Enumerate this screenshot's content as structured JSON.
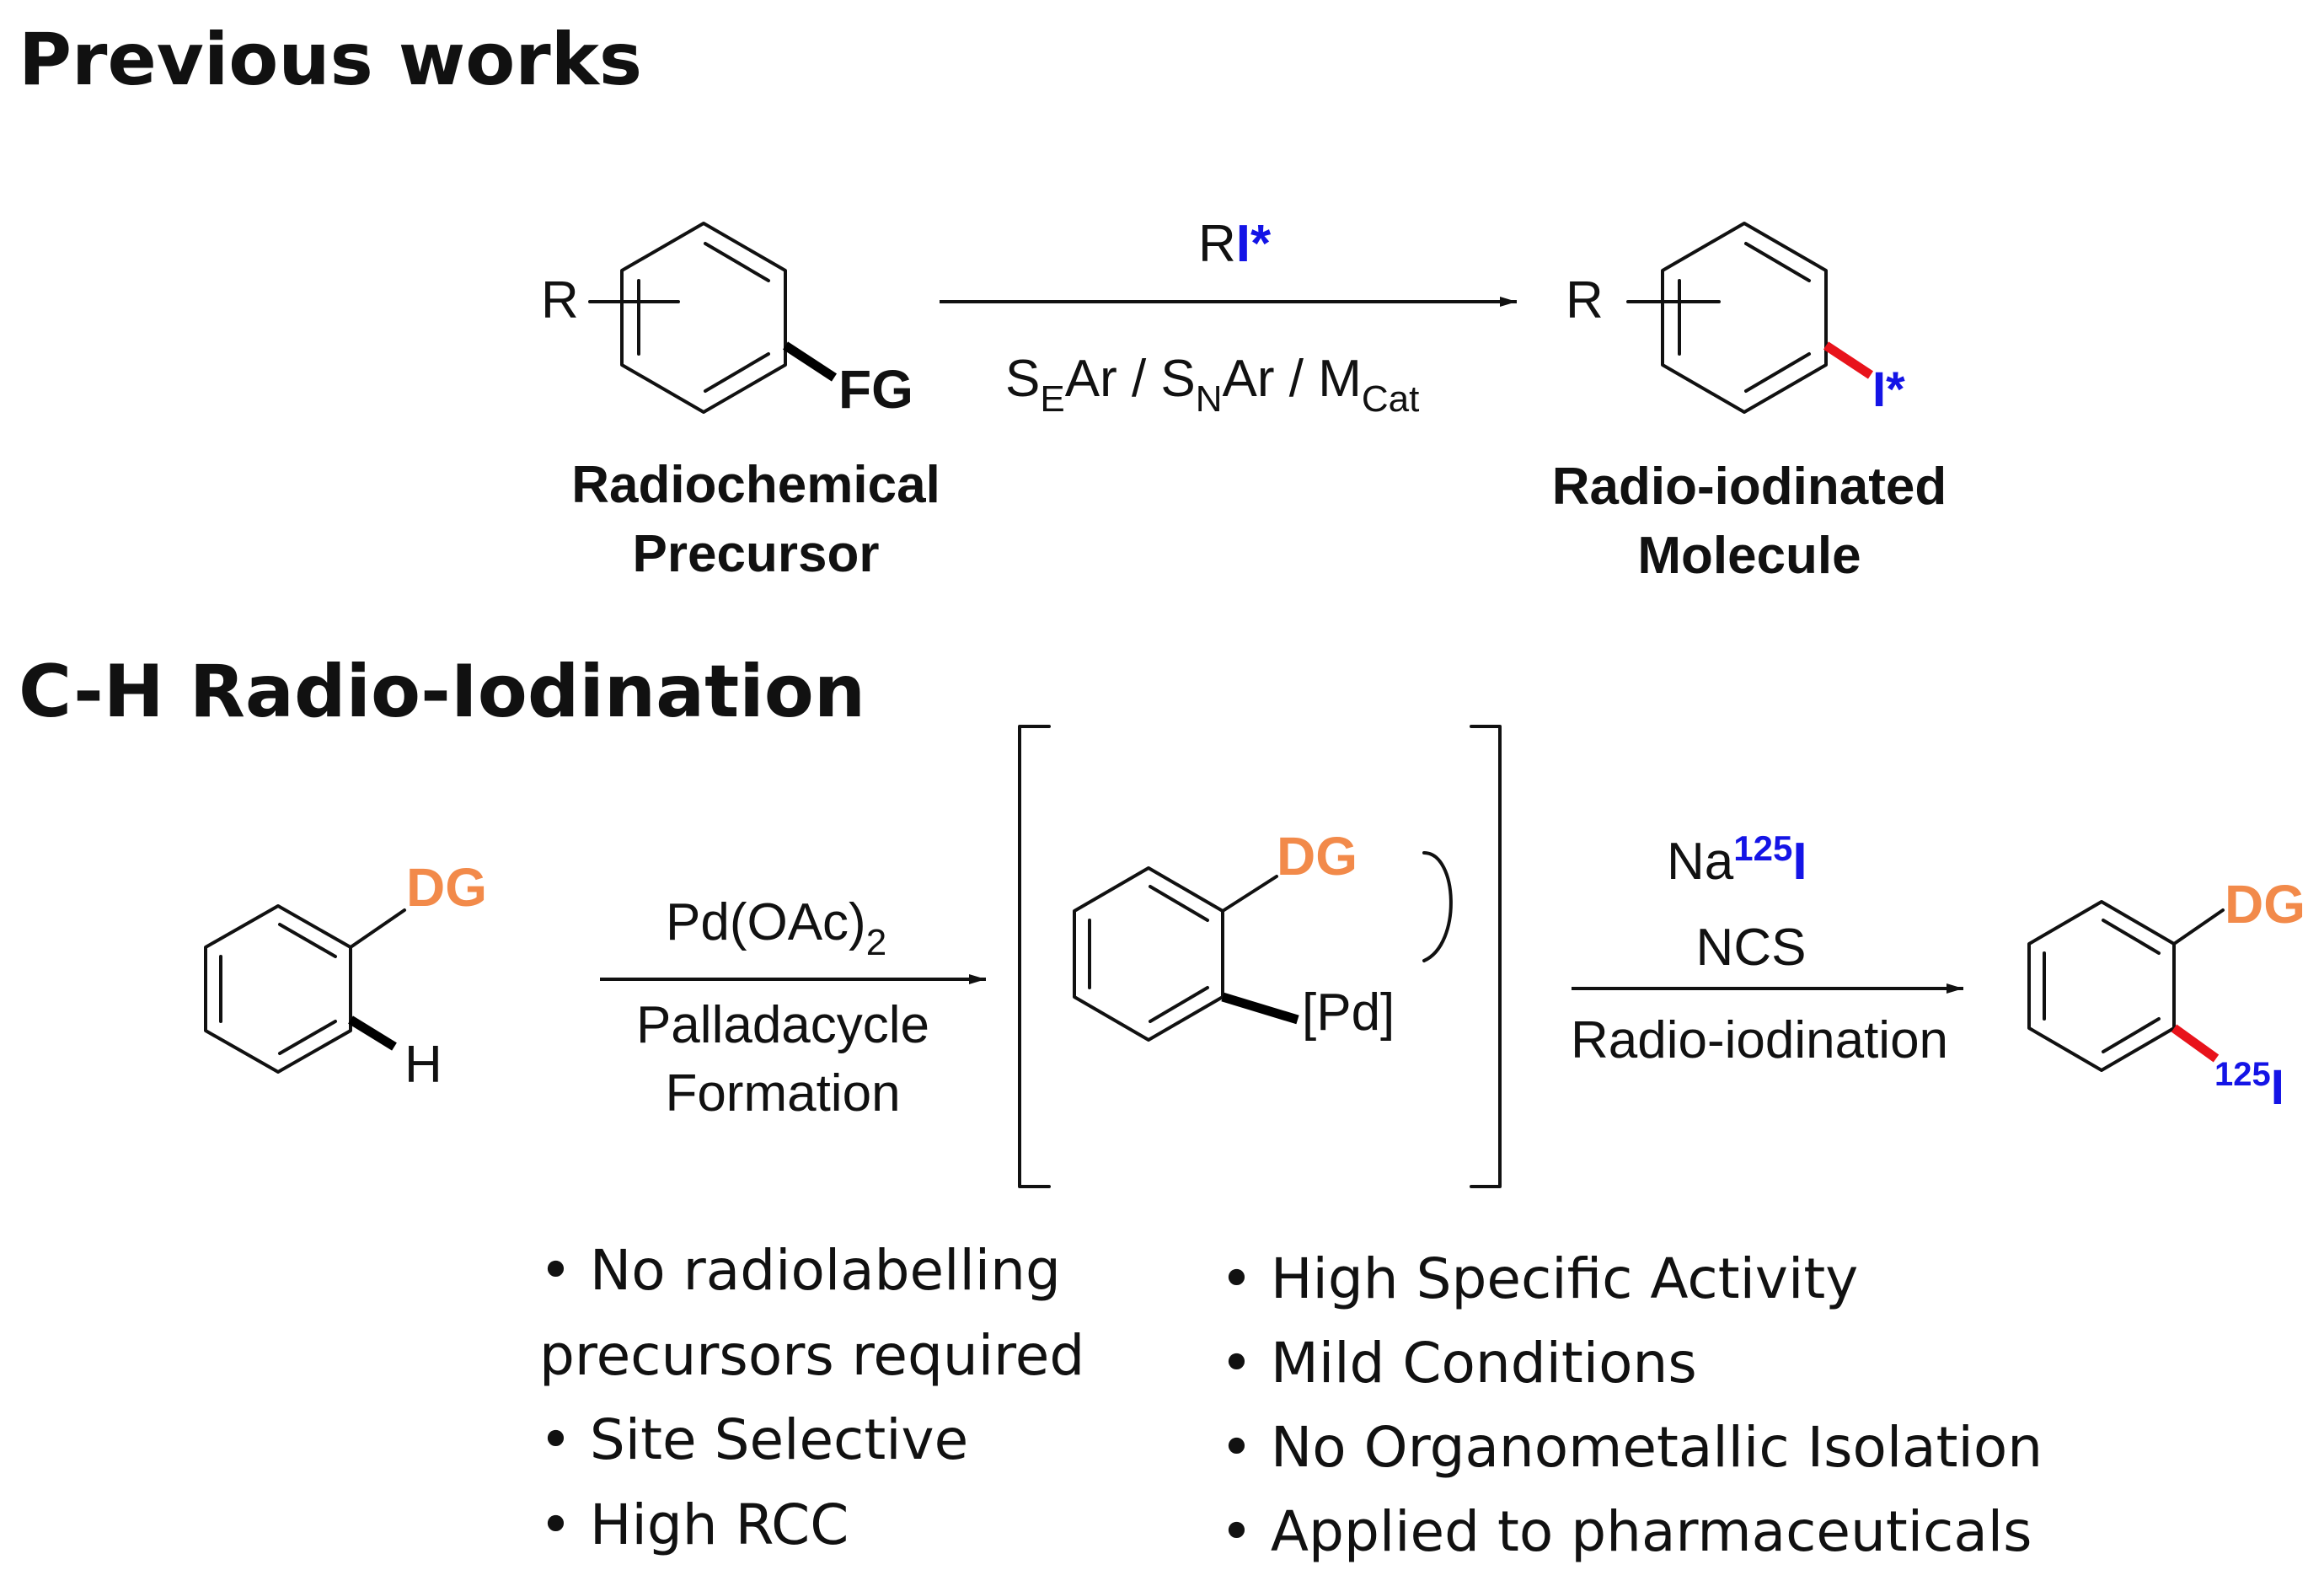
{
  "headings": {
    "previous": "Previous works",
    "ch": "C-H Radio-Iodination"
  },
  "colors": {
    "directing_group": "#f28a4a",
    "iodine": "#1414e6",
    "new_bond": "#e8131b",
    "text": "#111111"
  },
  "top_scheme": {
    "substituent": "R",
    "functional_group": "FG",
    "reagent_prefix": "R",
    "reagent_iodine": "I*",
    "cond_s1": "S",
    "cond_s1_sub": "E",
    "cond_s1_rest": "Ar / S",
    "cond_s2_sub": "N",
    "cond_s2_rest": "Ar / M",
    "cond_m_sub": "Cat",
    "product_iodine": "I*",
    "precursor_label_1": "Radiochemical",
    "precursor_label_2": "Precursor",
    "product_label_1": "Radio-iodinated",
    "product_label_2": "Molecule"
  },
  "bottom_scheme": {
    "directing_group": "DG",
    "hydrogen": "H",
    "step1_reagent": "Pd(OAc)",
    "step1_reagent_sub": "2",
    "step1_label_1": "Palladacycle",
    "step1_label_2": "Formation",
    "palladium": "[Pd]",
    "step2_na": "Na",
    "step2_mass": "125",
    "step2_iodine": "I",
    "step2_oxidant": "NCS",
    "step2_label": "Radio-iodination",
    "product_mass": "125",
    "product_iodine": "I"
  },
  "bullets_left": [
    "• No radiolabelling",
    "precursors required",
    "• Site Selective",
    "• High RCC"
  ],
  "bullets_right": [
    "• High Specific Activity",
    "• Mild Conditions",
    "• No Organometallic Isolation",
    "• Applied to pharmaceuticals"
  ]
}
